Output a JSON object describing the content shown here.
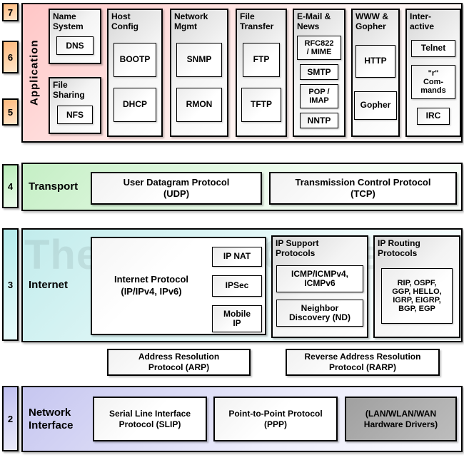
{
  "watermark": "The TCP/IP Guide",
  "layer_numbers": [
    "7",
    "6",
    "5",
    "4",
    "3",
    "2"
  ],
  "colors": {
    "application_tint": "#ffc6c6",
    "transport_tint": "#c5efc5",
    "internet_tint": "#c2ecec",
    "network_interface_tint": "#c6c6f0",
    "layer_765_tint": "#ffb97c",
    "group_tint": "#d6d6d6",
    "hardware_box_gray": "#ababab"
  },
  "application": {
    "label": "Application",
    "groups": [
      {
        "title": "Name\nSystem",
        "items": [
          "DNS"
        ]
      },
      {
        "title": "File\nSharing",
        "items": [
          "NFS"
        ]
      },
      {
        "title": "Host\nConfig",
        "items": [
          "BOOTP",
          "DHCP"
        ]
      },
      {
        "title": "Network\nMgmt",
        "items": [
          "SNMP",
          "RMON"
        ]
      },
      {
        "title": "File\nTransfer",
        "items": [
          "FTP",
          "TFTP"
        ]
      },
      {
        "title": "E-Mail &\nNews",
        "items": [
          "RFC822\n/ MIME",
          "SMTP",
          "POP /\nIMAP",
          "NNTP"
        ]
      },
      {
        "title": "WWW &\nGopher",
        "items": [
          "HTTP",
          "Gopher"
        ]
      },
      {
        "title": "Inter-\nactive",
        "items": [
          "Telnet",
          "\"r\"\nCom-\nmands",
          "IRC"
        ]
      }
    ]
  },
  "transport": {
    "label": "Transport",
    "items": [
      "User Datagram Protocol\n(UDP)",
      "Transmission Control Protocol\n(TCP)"
    ]
  },
  "internet": {
    "label": "Internet",
    "ip": {
      "title": "Internet Protocol\n(IP/IPv4, IPv6)",
      "items": [
        "IP NAT",
        "IPSec",
        "Mobile\nIP"
      ]
    },
    "support": {
      "title": "IP Support\nProtocols",
      "items": [
        "ICMP/ICMPv4,\nICMPv6",
        "Neighbor\nDiscovery (ND)"
      ]
    },
    "routing": {
      "title": "IP Routing\nProtocols",
      "items": [
        "RIP, OSPF,\nGGP, HELLO,\nIGRP, EIGRP,\nBGP, EGP"
      ]
    }
  },
  "arp": {
    "items": [
      "Address Resolution\nProtocol (ARP)",
      "Reverse Address Resolution\nProtocol (RARP)"
    ]
  },
  "network_interface": {
    "label": "Network\nInterface",
    "items": [
      "Serial Line Interface\nProtocol (SLIP)",
      "Point-to-Point Protocol\n(PPP)",
      "(LAN/WLAN/WAN\nHardware Drivers)"
    ]
  }
}
